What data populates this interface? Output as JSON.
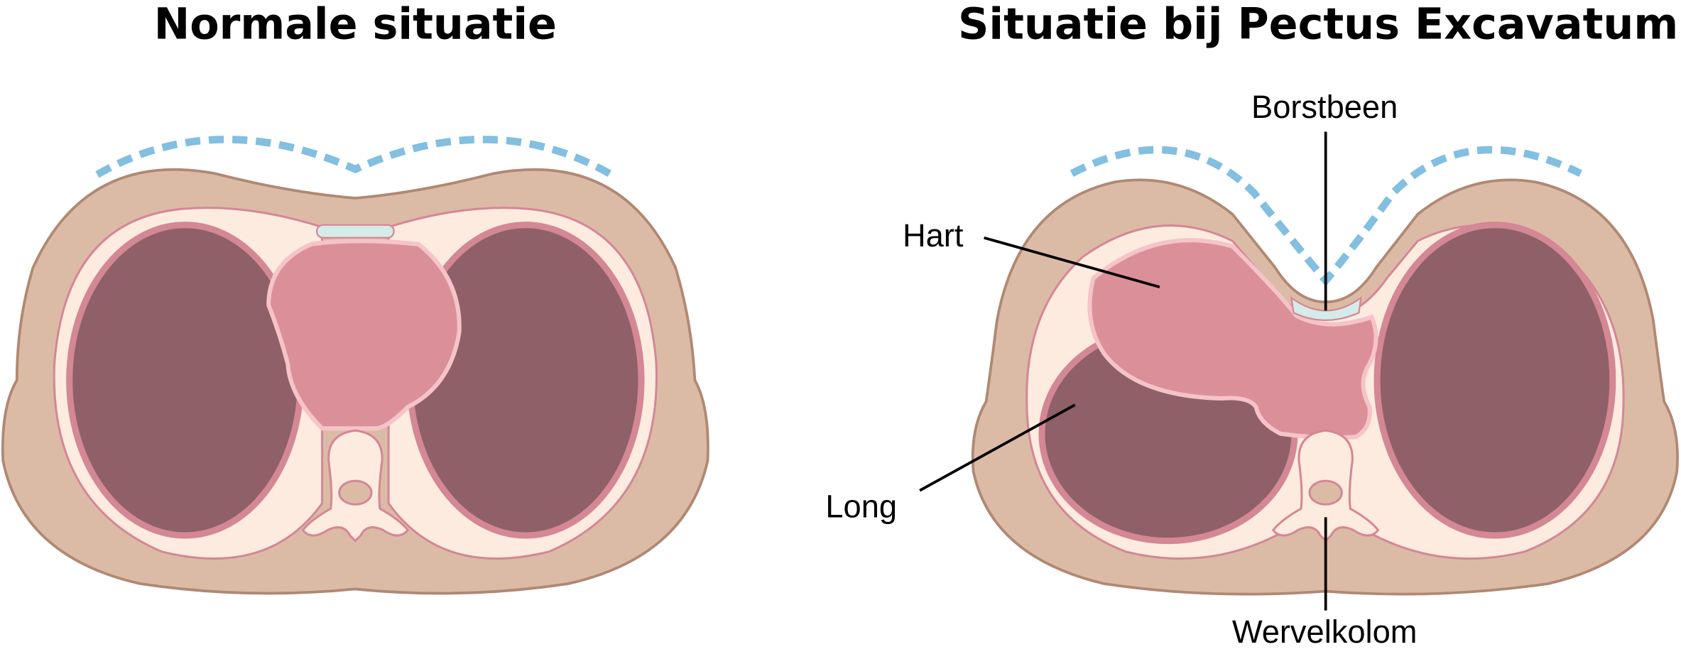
{
  "titles": {
    "normal": "Normale situatie",
    "pectus": "Situatie bij Pectus Excavatum"
  },
  "labels": {
    "sternum": "Borstbeen",
    "heart": "Hart",
    "lung": "Long",
    "spine": "Wervelkolom"
  },
  "colors": {
    "skin": "#dcbba6",
    "skin_stroke": "#b08873",
    "ring": "#d48795",
    "cream": "#fdebe0",
    "lung": "#8f6068",
    "heart": "#db9099",
    "pale_pink": "#f5c3c8",
    "sternum": "#d4ece9",
    "contour": "#82bfe0"
  }
}
